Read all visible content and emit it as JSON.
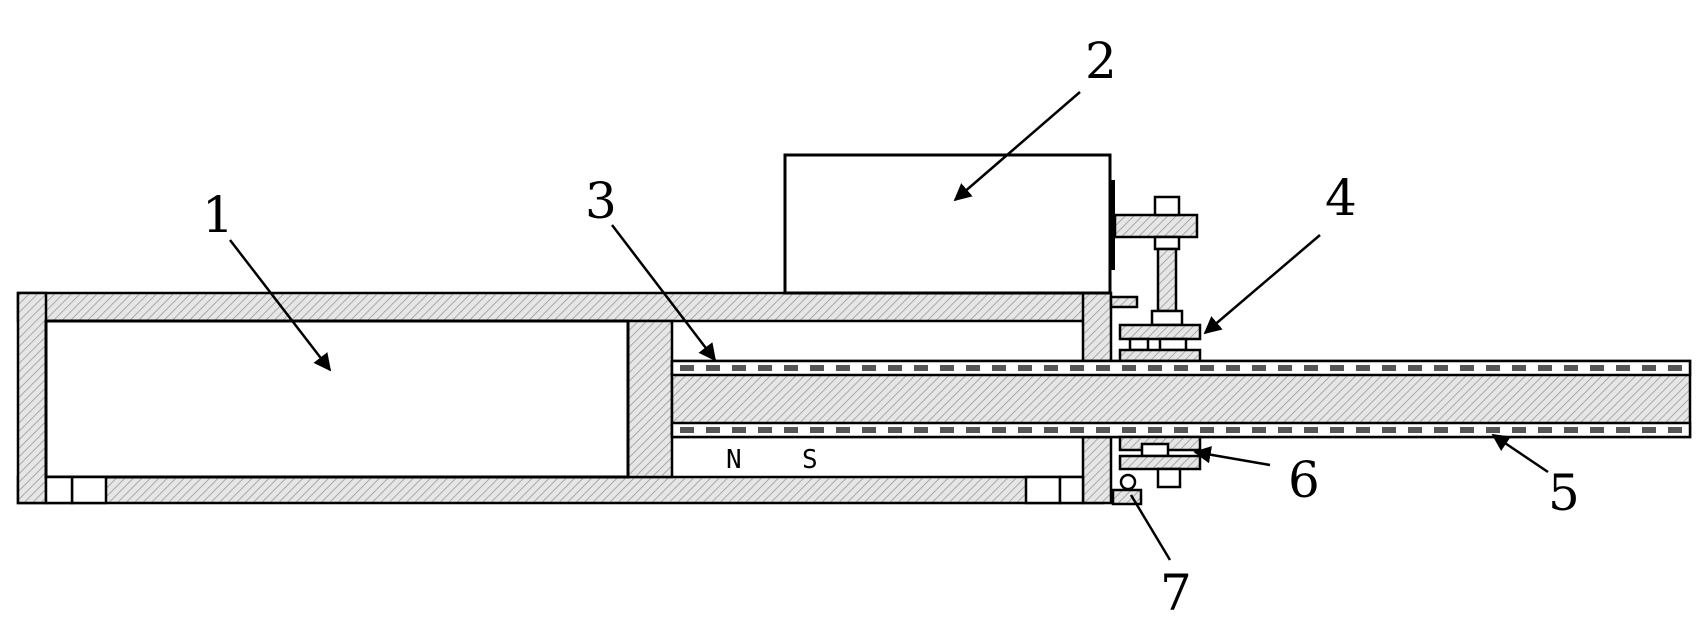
{
  "callouts": [
    {
      "id": "1",
      "label": "1"
    },
    {
      "id": "2",
      "label": "2"
    },
    {
      "id": "3",
      "label": "3"
    },
    {
      "id": "4",
      "label": "4"
    },
    {
      "id": "5",
      "label": "5"
    },
    {
      "id": "6",
      "label": "6"
    },
    {
      "id": "7",
      "label": "7"
    }
  ],
  "poles": {
    "north": "N",
    "south": "S"
  }
}
